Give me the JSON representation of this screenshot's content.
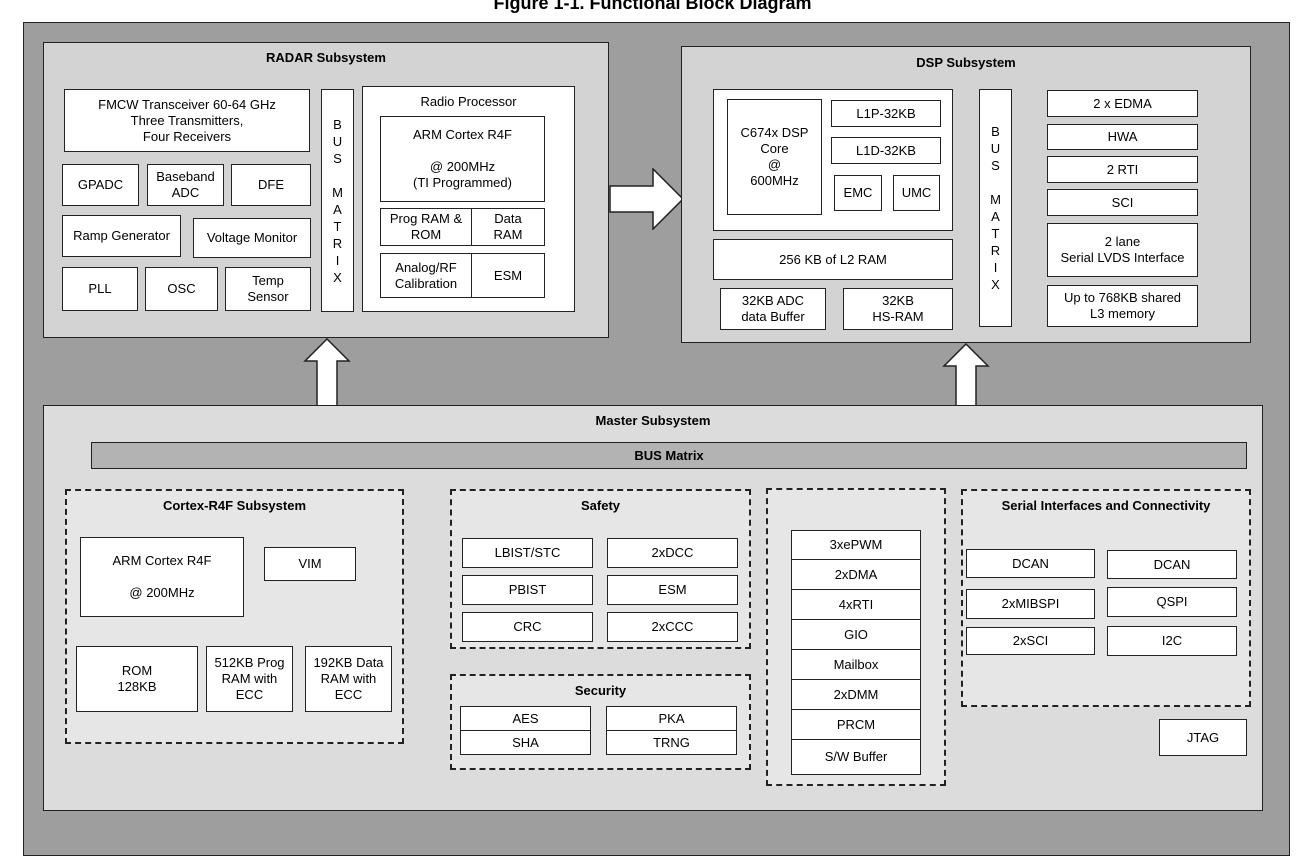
{
  "header_title": "Figure 1-1. Functional Block Diagram",
  "radar": {
    "title": "RADAR Subsystem",
    "fmcw": "FMCW Transceiver 60-64 GHz\nThree Transmitters,\nFour Receivers",
    "gpadc": "GPADC",
    "baseband_adc": "Baseband\nADC",
    "dfe": "DFE",
    "ramp": "Ramp Generator",
    "voltage": "Voltage Monitor",
    "pll": "PLL",
    "osc": "OSC",
    "temp": "Temp\nSensor",
    "bus_letters": [
      "B",
      "U",
      "S",
      "",
      "M",
      "A",
      "T",
      "R",
      "I",
      "X"
    ],
    "radio_title": "Radio Processor",
    "arm": "ARM Cortex R4F\n\n@ 200MHz\n(TI Programmed)",
    "prog_ram": "Prog RAM &\nROM",
    "data_ram": "Data\nRAM",
    "analog": "Analog/RF\nCalibration",
    "esm": "ESM"
  },
  "dsp": {
    "title": "DSP Subsystem",
    "core": "C674x DSP\nCore\n@\n600MHz",
    "l1p": "L1P-32KB",
    "l1d": "L1D-32KB",
    "emc": "EMC",
    "umc": "UMC",
    "l2": "256 KB of L2 RAM",
    "adc_buf": "32KB  ADC\ndata Buffer",
    "hsram": "32KB\nHS-RAM",
    "bus_letters": [
      "B",
      "U",
      "S",
      "",
      "M",
      "A",
      "T",
      "R",
      "I",
      "X"
    ],
    "edma": "2 x EDMA",
    "hwa": "HWA",
    "rti": "2 RTI",
    "sci": "SCI",
    "lvds": "2 lane\nSerial LVDS Interface",
    "l3": "Up to 768KB shared\nL3 memory"
  },
  "master": {
    "title": "Master Subsystem",
    "bus_matrix": "BUS Matrix",
    "cortex": {
      "title": "Cortex-R4F Subsystem",
      "arm": "ARM Cortex R4F\n\n@ 200MHz",
      "vim": "VIM",
      "rom": "ROM\n128KB",
      "prog": "512KB Prog\nRAM with\nECC",
      "data": "192KB Data\nRAM with\nECC"
    },
    "safety": {
      "title": "Safety",
      "items": [
        "LBIST/STC",
        "2xDCC",
        "PBIST",
        "ESM",
        "CRC",
        "2xCCC"
      ]
    },
    "security": {
      "title": "Security",
      "items": [
        "AES",
        "PKA",
        "SHA",
        "TRNG"
      ]
    },
    "periph": [
      "3xePWM",
      "2xDMA",
      "4xRTI",
      "GIO",
      "Mailbox",
      "2xDMM",
      "PRCM",
      "S/W Buffer"
    ],
    "serial": {
      "title": "Serial Interfaces and Connectivity",
      "items": [
        "DCAN",
        "DCAN",
        "2xMIBSPI",
        "QSPI",
        "2xSCI",
        "I2C"
      ]
    },
    "jtag": "JTAG"
  },
  "colors": {
    "outer_bg": "#9e9e9e",
    "subsystem_bg": "#d3d3d3",
    "master_bg": "#dcdcdc",
    "dashed_bg": "#e6e6e6",
    "bus_bar": "#b3b3b3"
  }
}
